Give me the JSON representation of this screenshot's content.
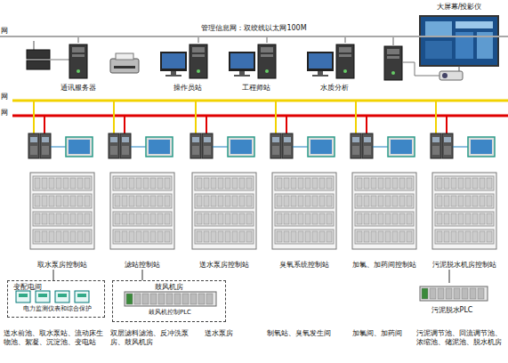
{
  "diagram": {
    "nodes": [
      {
        "text": [
          "管理信息网：双绞线以太网100M"
        ]
      },
      {
        "text": [
          "通讯服务器"
        ]
      },
      {
        "text": [
          "操作员站"
        ]
      },
      {
        "text": [
          "工程师站"
        ]
      },
      {
        "text": [
          "水质分析"
        ]
      },
      {
        "text": [
          "大屏幕/投影仪"
        ]
      },
      {
        "text": [
          "取水泵房控制站"
        ]
      },
      {
        "text": [
          "滤站控制站"
        ]
      },
      {
        "text": [
          "送水泵房控制站"
        ]
      },
      {
        "text": [
          "臭氧系统控制站"
        ]
      },
      {
        "text": [
          "加氯、加药间控制站"
        ]
      },
      {
        "text": [
          "污泥脱水机房控制站"
        ]
      },
      {
        "text": [
          "变配电间"
        ]
      },
      {
        "text": [
          "电力监测仪表和综合保护"
        ],
        "in": 12
      },
      {
        "text": [
          "鼓风机房"
        ]
      },
      {
        "text": [
          "鼓风机控制PLC"
        ],
        "in": 14
      },
      {
        "text": [
          "污泥脱水PLC"
        ]
      }
    ],
    "edges": [
      {
        "from": 1,
        "to": 0,
        "arrow": "none"
      },
      {
        "from": 2,
        "to": 0,
        "arrow": "none"
      },
      {
        "from": 3,
        "to": 0,
        "arrow": "none"
      },
      {
        "from": 4,
        "to": 0,
        "arrow": "none"
      },
      {
        "from": 6,
        "to": 12,
        "arrow": "none"
      },
      {
        "from": 7,
        "to": 14,
        "arrow": "none"
      },
      {
        "from": 11,
        "to": 16,
        "arrow": "none"
      }
    ],
    "labels": [
      "网",
      "网",
      "网",
      "送水前池、取水泵站、流动床生物池、絮凝、沉淀池、变电站",
      "双层滤料滤池、反冲洗泵房、鼓风机房",
      "送水泵房",
      "制氧站、臭氧发生间",
      "加氯间、加药间",
      "污泥调节池、回流调节池、浓缩池、储泥池、脱水机房"
    ]
  }
}
